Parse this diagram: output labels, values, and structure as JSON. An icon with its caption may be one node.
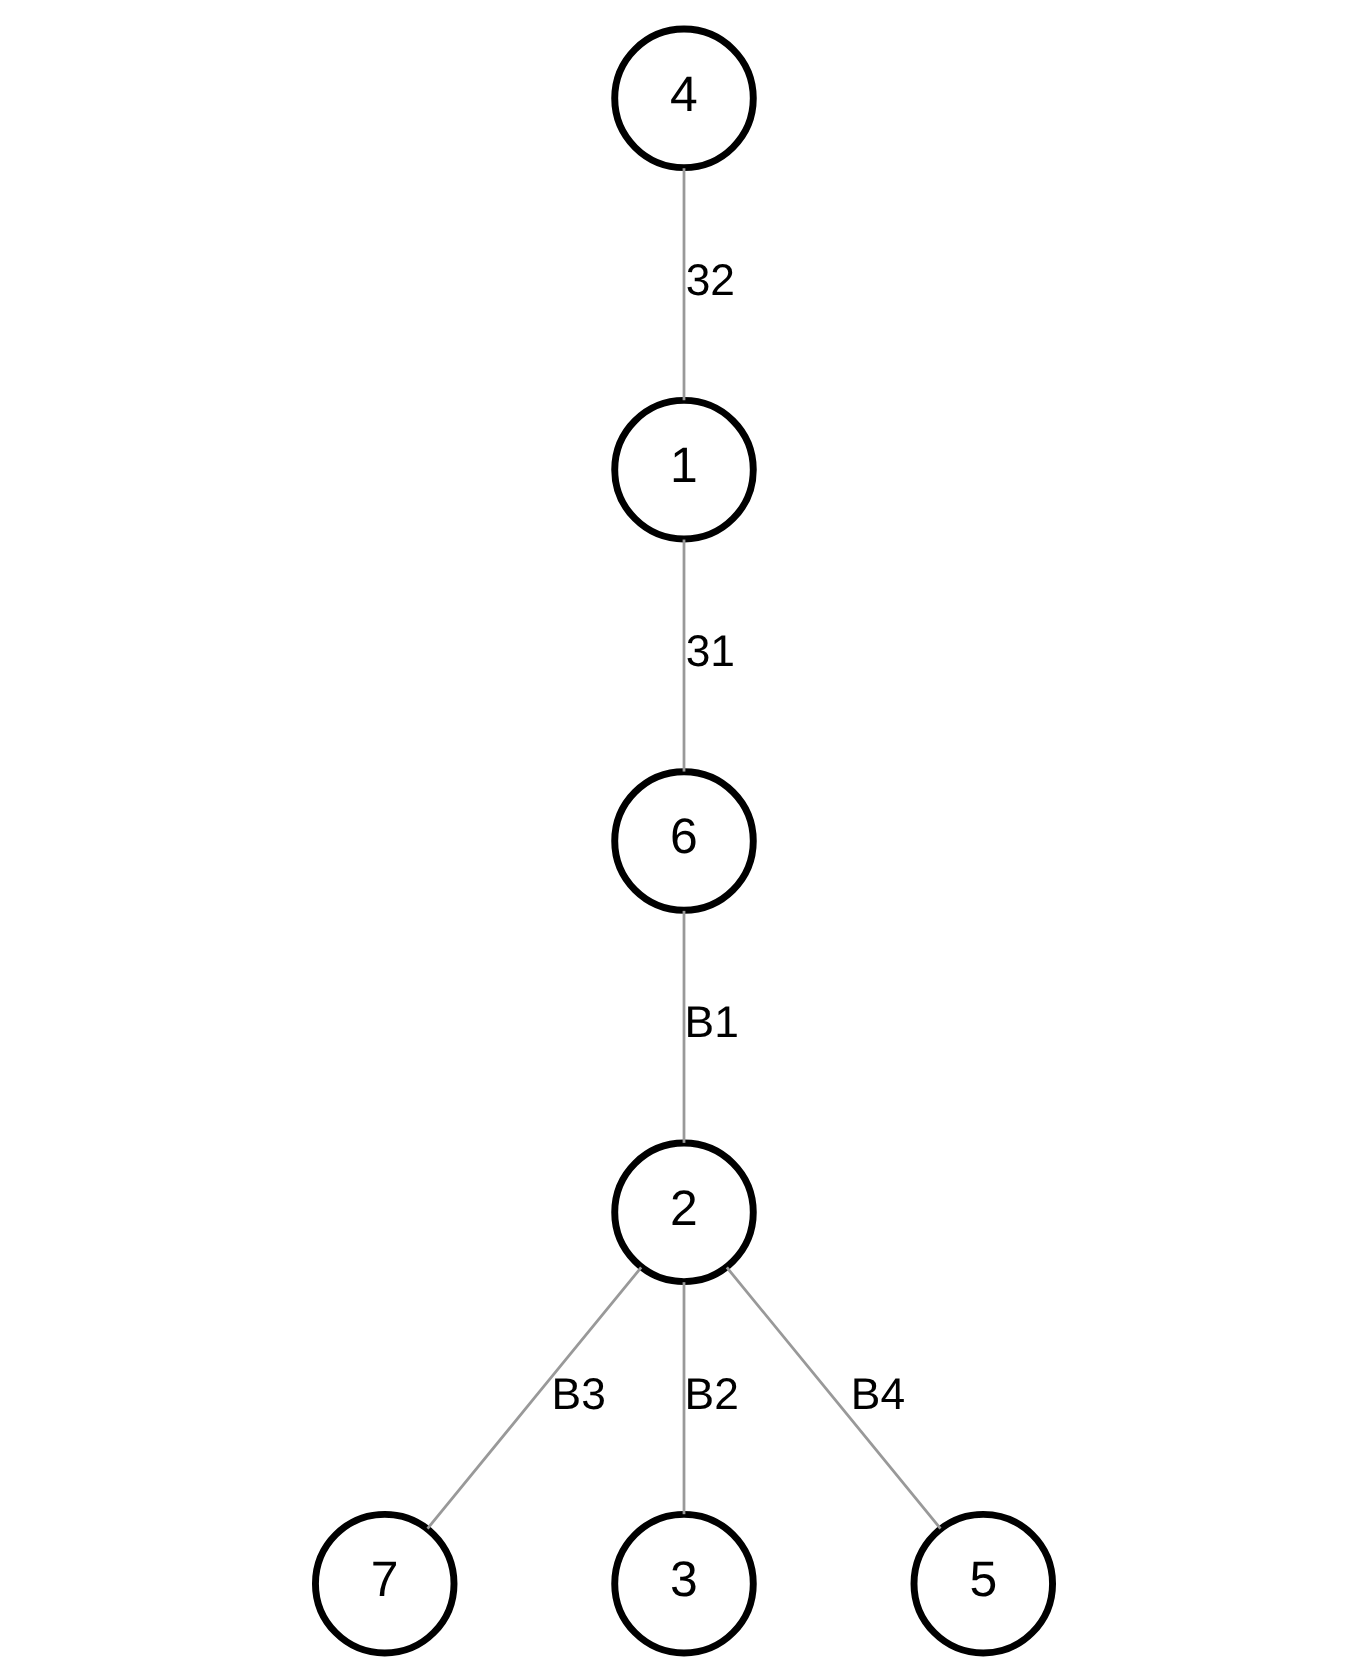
{
  "diagram": {
    "nodes": [
      {
        "text": [
          "4"
        ]
      },
      {
        "text": [
          "1"
        ]
      },
      {
        "text": [
          "7"
        ]
      },
      {
        "text": [
          "6"
        ]
      },
      {
        "text": [
          "2"
        ]
      },
      {
        "text": [
          "3"
        ]
      },
      {
        "text": [
          "5"
        ]
      }
    ],
    "edges": [
      {
        "from": 0,
        "to": 1,
        "arrow": "none",
        "label": "32"
      },
      {
        "from": 1,
        "to": 3,
        "arrow": "none",
        "label": "31"
      },
      {
        "from": 4,
        "to": 2,
        "arrow": "none",
        "label": "B3"
      },
      {
        "from": 3,
        "to": 4,
        "arrow": "none",
        "label": "B1"
      },
      {
        "from": 4,
        "to": 5,
        "arrow": "none",
        "label": "B2"
      },
      {
        "from": 4,
        "to": 6,
        "arrow": "none",
        "label": "B4"
      }
    ]
  }
}
